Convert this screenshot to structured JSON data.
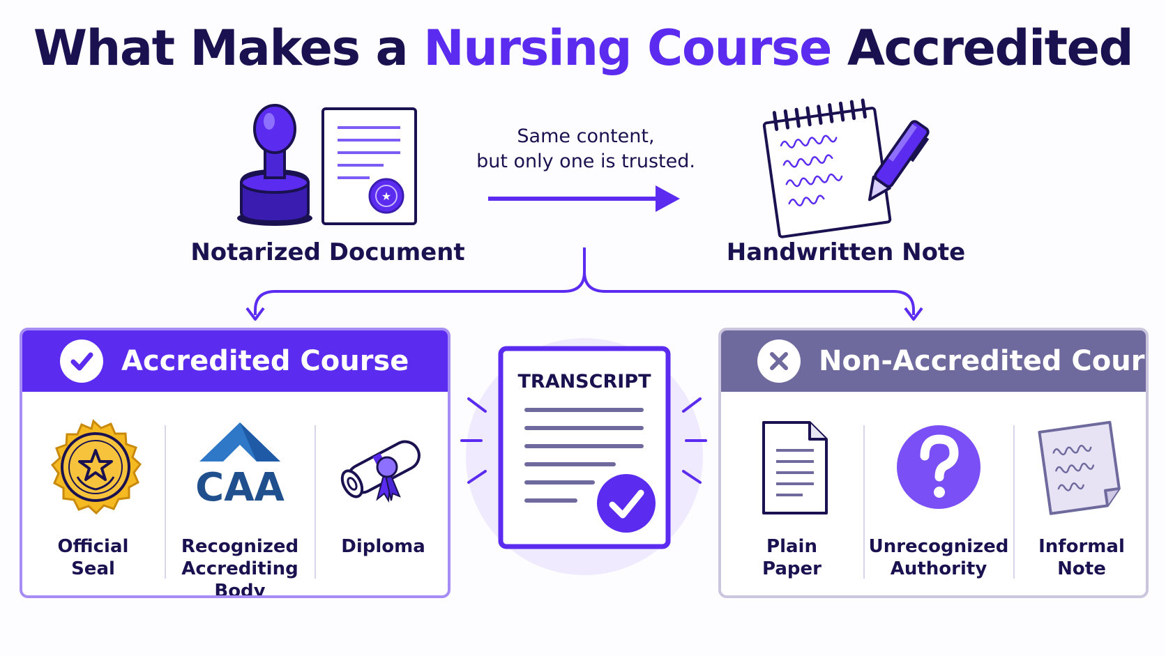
{
  "title": {
    "before": "What Makes a",
    "accent": "Nursing Course",
    "after": "Accredited"
  },
  "top": {
    "left_label": "Notarized Document",
    "right_label": "Handwritten Note",
    "note_line1": "Same content,",
    "note_line2": "but only one is trusted."
  },
  "transcript": {
    "label": "TRANSCRIPT"
  },
  "accredited": {
    "heading": "Accredited Course",
    "items": [
      {
        "line1": "Official",
        "line2": "Seal",
        "icon": "official-seal-icon"
      },
      {
        "line1": "Recognized",
        "line2": "Accrediting Body",
        "icon": "caa-logo",
        "logo_text": "CAA"
      },
      {
        "line1": "Diploma",
        "line2": "",
        "icon": "diploma-icon"
      }
    ]
  },
  "non_accredited": {
    "heading": "Non-Accredited Course",
    "items": [
      {
        "line1": "Plain",
        "line2": "Paper",
        "icon": "plain-paper-icon"
      },
      {
        "line1": "Unrecognized",
        "line2": "Authority",
        "icon": "question-mark-icon"
      },
      {
        "line1": "Informal",
        "line2": "Note",
        "icon": "informal-note-icon"
      }
    ]
  },
  "colors": {
    "primary": "#5b2cf0",
    "navy": "#1a1250",
    "muted": "#6e6a9e",
    "gold": "#f5b921"
  }
}
